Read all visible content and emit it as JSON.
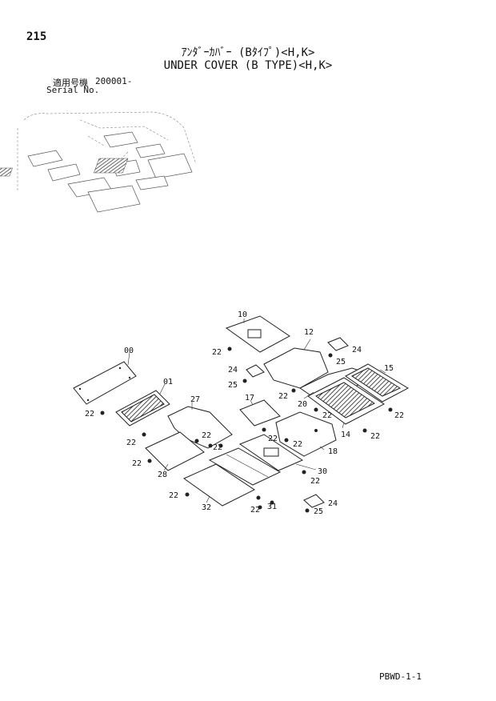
{
  "header": {
    "page_number": "215",
    "title_jp": "ｱﾝﾀﾞｰｶﾊﾞｰ (Bﾀｲﾌﾟ)<H,K>",
    "title_en": "UNDER COVER (B TYPE)<H,K>",
    "serial_label_jp": "適用号機",
    "serial_value": "200001-",
    "serial_label_en": "Serial No."
  },
  "callouts": [
    "00",
    "01",
    "10",
    "12",
    "14",
    "15",
    "17",
    "18",
    "20",
    "22",
    "24",
    "25",
    "27",
    "28",
    "30",
    "31",
    "32"
  ],
  "footer": {
    "code": "PBWD-1-1"
  }
}
